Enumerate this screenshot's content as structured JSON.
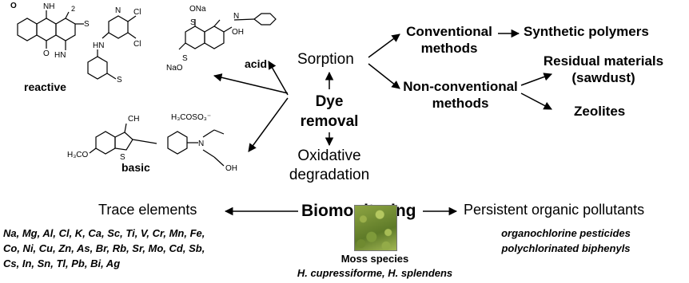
{
  "center": {
    "line1": "Dye",
    "line2": "removal"
  },
  "sorption": "Sorption",
  "oxidative": {
    "line1": "Oxidative",
    "line2": "degradation"
  },
  "conventional": {
    "line1": "Conventional",
    "line2": "methods"
  },
  "synthetic": "Synthetic polymers",
  "nonconventional": {
    "line1": "Non-conventional",
    "line2": "methods"
  },
  "residual": {
    "line1": "Residual materials",
    "line2": "(sawdust)"
  },
  "zeolites": "Zeolites",
  "dyes": {
    "reactive": "reactive",
    "acid": "acid",
    "basic": "basic",
    "reactive_groups": {
      "nh2": "NH",
      "so3h_1": "S",
      "so3h_2": "S",
      "cl_1": "Cl",
      "cl_2": "Cl",
      "hn_1": "HN",
      "hn_2": "HN",
      "n": "N"
    },
    "acid_groups": {
      "ona": "ONa",
      "oh": "OH",
      "nao": "NaO",
      "s_1": "S",
      "s_2": "S",
      "n": "N"
    },
    "basic_groups": {
      "ch3": "CH",
      "h3co_s": "H₃COSO₃⁻",
      "h3co": "H₃CO",
      "s": "S",
      "n": "N",
      "oh": "OH"
    }
  },
  "biomonitoring": "Biomonitoring",
  "trace": {
    "title": "Trace elements",
    "lines": [
      "Na, Mg, Al, Cl, K, Ca, Sc, Ti, V, Cr, Mn, Fe,",
      "Co, Ni, Cu, Zn, As, Br, Rb, Sr, Mo, Cd, Sb,",
      "Cs, In, Sn, Tl, Pb, Bi, Ag"
    ]
  },
  "pop": {
    "title": "Persistent organic pollutants",
    "lines": [
      "organochlorine pesticides",
      "polychlorinated biphenyls"
    ]
  },
  "moss": {
    "title": "Moss species",
    "names": "H. cupressiforme, H. splendens"
  }
}
